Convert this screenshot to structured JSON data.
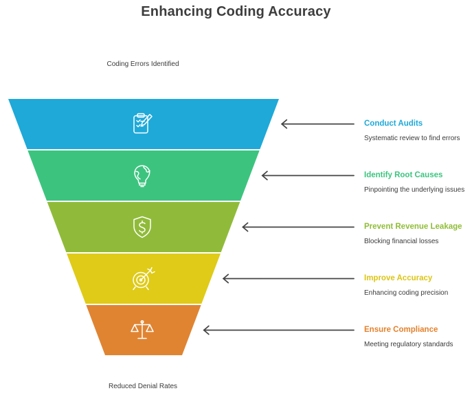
{
  "title": "Enhancing Coding Accuracy",
  "top_caption": "Coding Errors Identified",
  "bottom_caption": "Reduced Denial Rates",
  "stages": [
    {
      "title": "Conduct Audits",
      "description": "Systematic review to find errors",
      "color": "#1ea9d8",
      "title_color": "#1ea9d8",
      "icon": "clipboard-pencil-icon"
    },
    {
      "title": "Identify Root Causes",
      "description": "Pinpointing the underlying issues",
      "color": "#3cc47f",
      "title_color": "#3cc47f",
      "icon": "globe-lightbulb-icon"
    },
    {
      "title": "Prevent Revenue Leakage",
      "description": "Blocking financial losses",
      "color": "#90bb3a",
      "title_color": "#8fbd36",
      "icon": "shield-dollar-icon"
    },
    {
      "title": "Improve Accuracy",
      "description": "Enhancing coding precision",
      "color": "#dfcb18",
      "title_color": "#dcc514",
      "icon": "target-arrow-icon"
    },
    {
      "title": "Ensure Compliance",
      "description": "Meeting regulatory standards",
      "color": "#e08432",
      "title_color": "#e5812b",
      "icon": "scales-icon"
    }
  ]
}
